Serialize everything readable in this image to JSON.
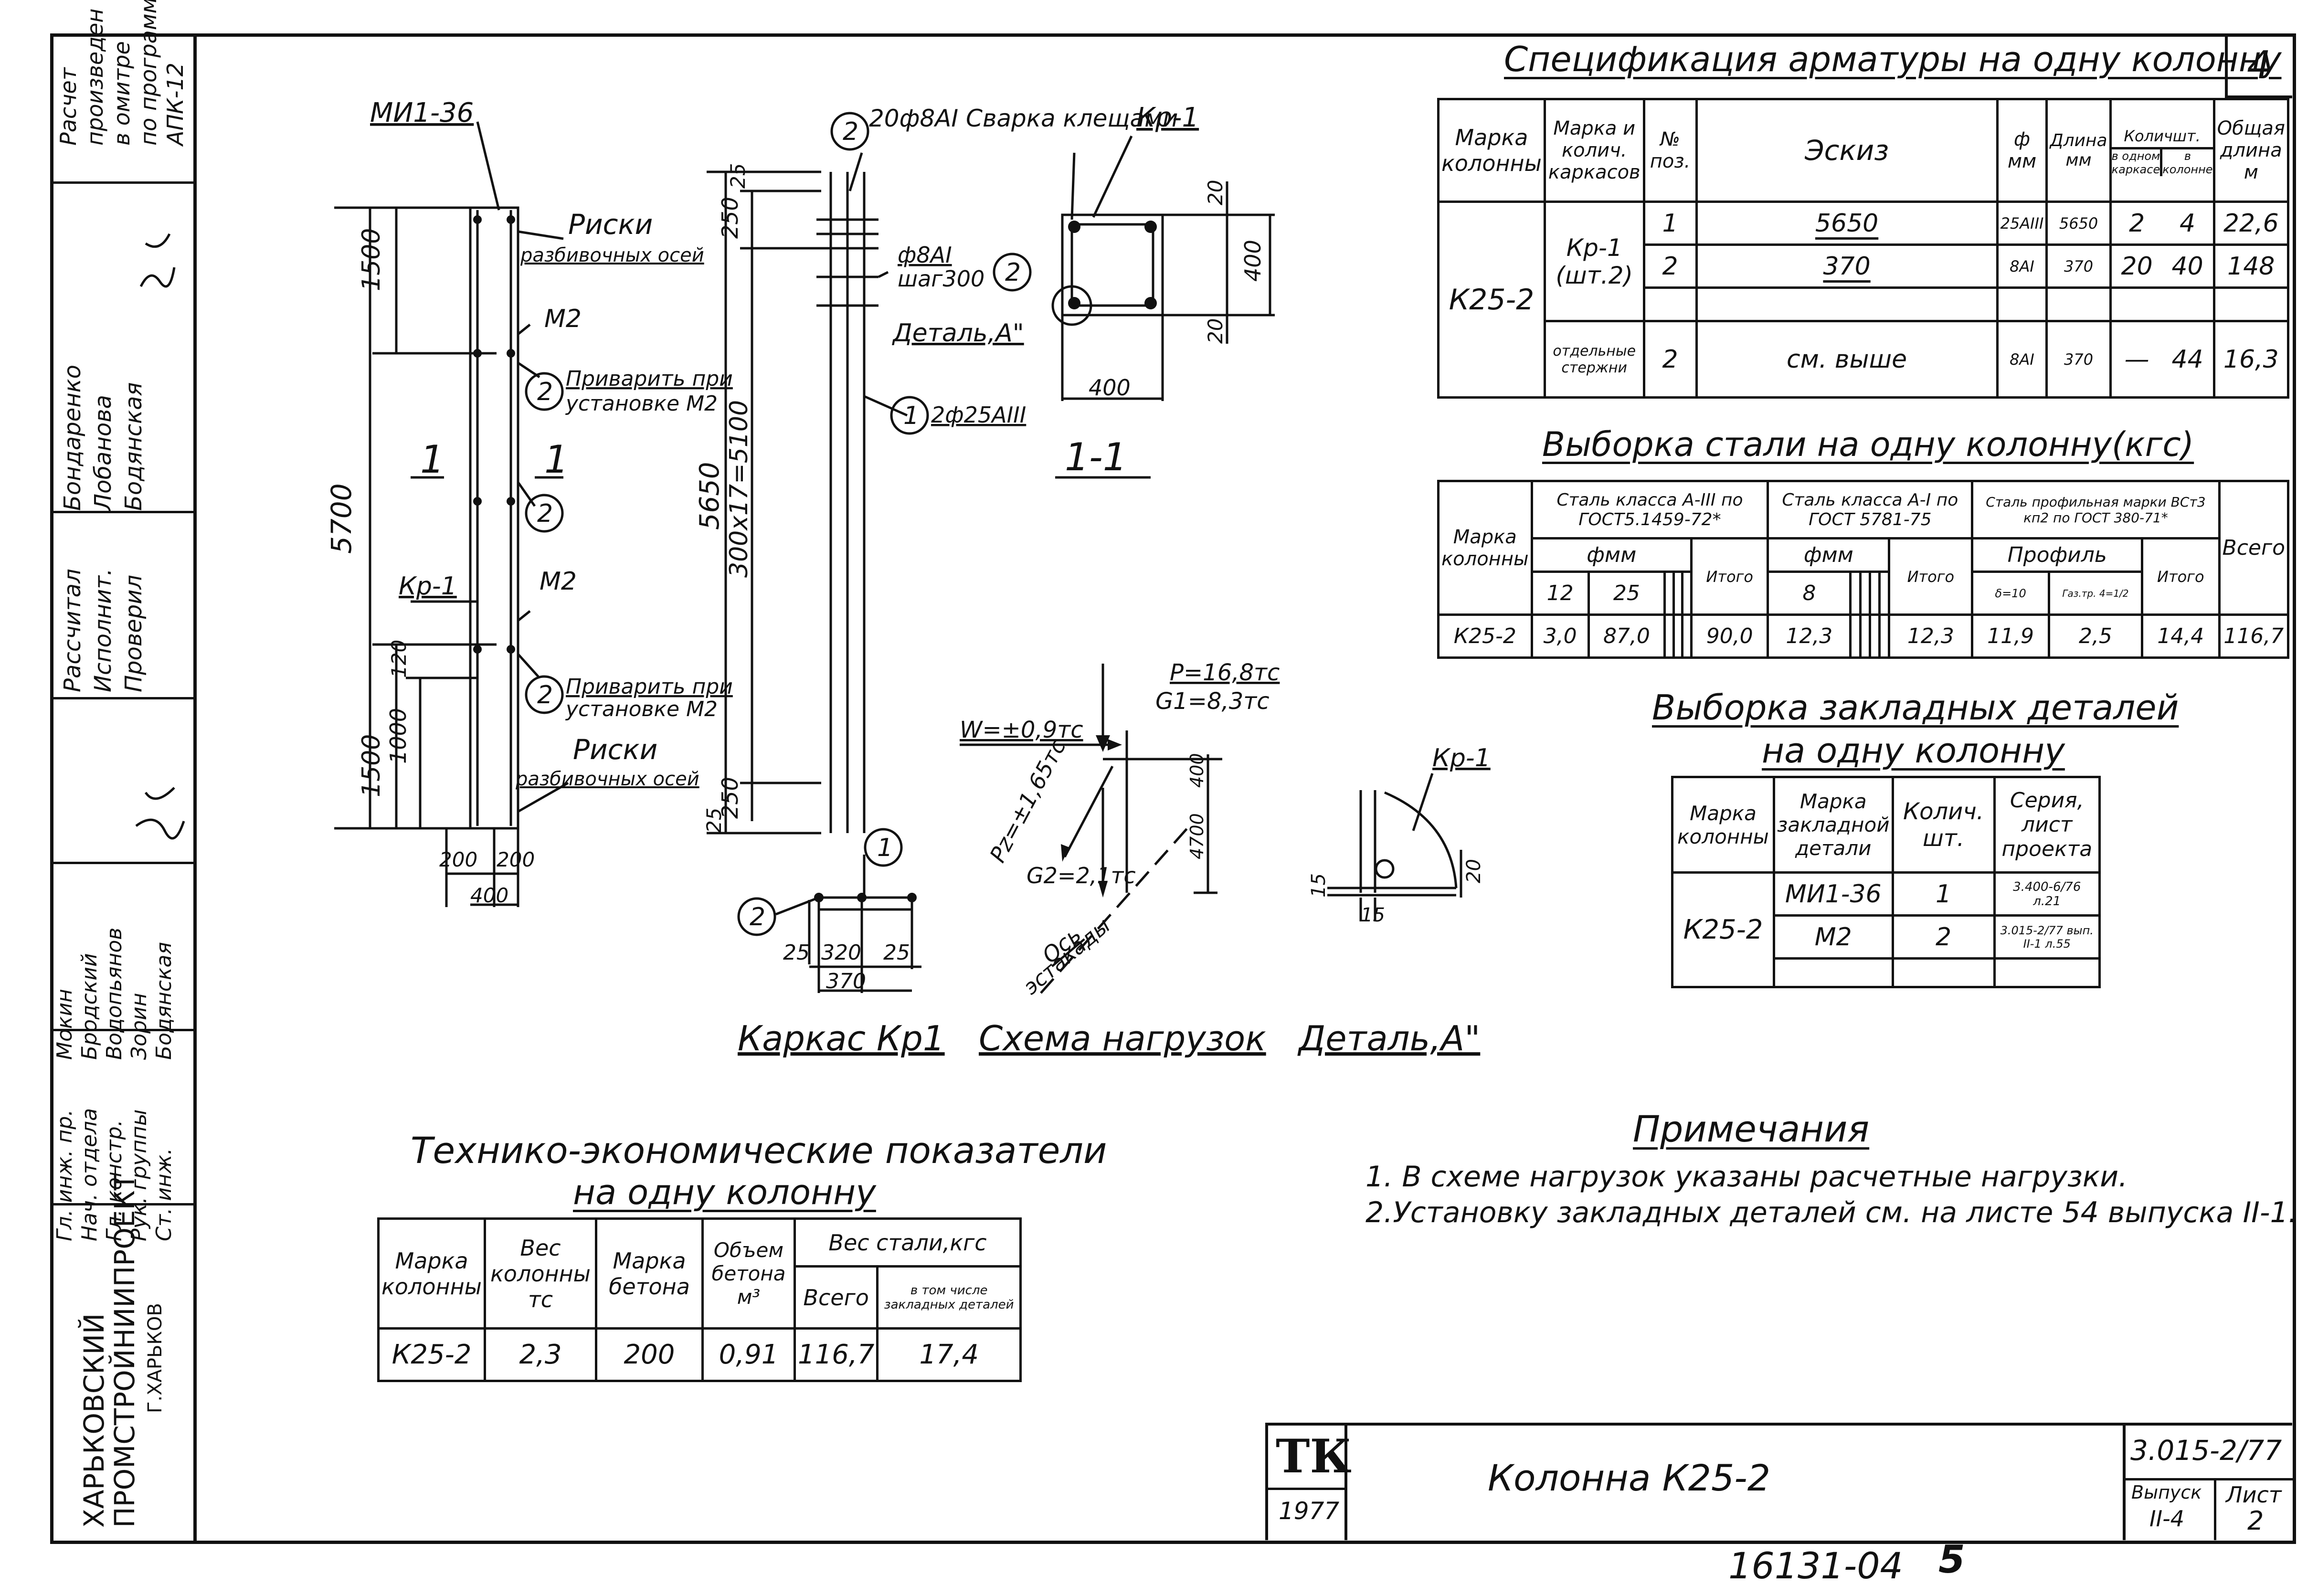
{
  "sheet_number": "4",
  "archive_number": "16131-04",
  "archive_page": "5",
  "side_stamp": {
    "note_lines": [
      "Расчет",
      "произведен",
      "в омитре",
      "по программе",
      "АПК-12"
    ],
    "roles": [
      "Рассчитал",
      "Исполнит.",
      "Проверил",
      "Гл. инж. пр.",
      "Нач. отдела",
      "Гл. констр.",
      "Рук. группы",
      "Ст. инж."
    ],
    "names": [
      "Бондаренко",
      "Лобанова",
      "Бодянская",
      "Мокин",
      "Бродский",
      "Водопьянов",
      "Зорин",
      "Бодянская"
    ],
    "org_lines": [
      "ХАРЬКОВСКИЙ",
      "ПРОМСТРОЙНИИПРОЕКТ",
      "Г.ХАРЬКОВ"
    ]
  },
  "spec_table": {
    "title": "Спецификация арматуры на одну колонну",
    "headers": [
      "Марка колонны",
      "Марка и колич. каркасов",
      "№ поз.",
      "Эскиз",
      "ф мм",
      "Длина мм",
      "Количшт.",
      "в одном каркасе",
      "в колонне",
      "Общая длина м"
    ],
    "column_mark": "К25-2",
    "frame_mark": "Кр-1",
    "frame_count": "(шт.2)",
    "separate_label": "отдельные стержни",
    "rows": [
      {
        "pos": "1",
        "sketch": "5650",
        "dia": "25AIII",
        "len": "5650",
        "per_frame": "2",
        "per_col": "4",
        "total": "22,6"
      },
      {
        "pos": "2",
        "sketch": "370",
        "dia": "8AI",
        "len": "370",
        "per_frame": "20",
        "per_col": "40",
        "total": "148"
      },
      {
        "pos": "2",
        "sketch": "см. выше",
        "dia": "8AI",
        "len": "370",
        "per_frame": "—",
        "per_col": "44",
        "total": "16,3"
      }
    ]
  },
  "steel_table": {
    "title": "Выборка стали на одну колонну(кгс)",
    "h_mark": "Марка колонны",
    "h_a3": "Сталь класса А-III по ГОСТ5.1459-72*",
    "h_a1": "Сталь класса А-I по ГОСТ 5781-75",
    "h_prof": "Сталь профильная марки ВСт3 кп2 по ГОСТ 380-71*",
    "h_dia": "фмм",
    "h_profile": "Профиль",
    "h_total": "Итого",
    "h_all": "Всего",
    "d12": "12",
    "d25": "25",
    "d8": "8",
    "p1": "δ=10",
    "p2": "Газ.тр. 4=1/2",
    "row": {
      "mark": "К25-2",
      "a3_12": "3,0",
      "a3_25": "87,0",
      "a3_total": "90,0",
      "a1_8": "12,3",
      "a1_total": "12,3",
      "pr_1": "11,9",
      "pr_2": "2,5",
      "pr_total": "14,4",
      "all": "116,7"
    }
  },
  "embed_table": {
    "title1": "Выборка закладных деталей",
    "title2": "на одну колонну",
    "headers": [
      "Марка колонны",
      "Марка закладной детали",
      "Колич. шт.",
      "Серия, лист проекта"
    ],
    "col_mark": "К25-2",
    "rows": [
      {
        "mark": "МИ1-36",
        "qty": "1",
        "series": "3.400-6/76 л.21"
      },
      {
        "mark": "М2",
        "qty": "2",
        "series": "3.015-2/77 вып. II-1 л.55"
      }
    ]
  },
  "tech_table": {
    "title1": "Технико-экономические показатели",
    "title2": "на одну колонну",
    "headers": [
      "Марка колонны",
      "Вес колонны тс",
      "Марка бетона",
      "Объем бетона м³",
      "Вес стали,кгс",
      "Всего",
      "в том числе закладных деталей"
    ],
    "row": [
      "К25-2",
      "2,3",
      "200",
      "0,91",
      "116,7",
      "17,4"
    ]
  },
  "notes": {
    "title": "Примечания",
    "items": [
      "1. В схеме нагрузок указаны расчетные нагрузки.",
      "2.Установку закладных деталей см. на листе 54 выпуска II-1."
    ]
  },
  "title_block": {
    "logo": "ТК",
    "year": "1977",
    "name": "Колонна К25-2",
    "code": "3.015-2/77",
    "issue_label": "Выпуск",
    "issue": "II-4",
    "sheet_label": "Лист",
    "sheet": "2"
  },
  "drawing": {
    "caption_frame": "Каркас Кр1",
    "caption_loads": "Схема нагрузок",
    "caption_detail": "Деталь,А\"",
    "section_1a": "1",
    "section_1b": "1",
    "section_11": "1-1",
    "mi": "МИ1-36",
    "riski": "Риски",
    "riski_sub": "разбивочных осей",
    "m2": "М2",
    "weld_1": "Приварить при",
    "weld_2": "установке М2",
    "kr1": "Кр-1",
    "d1500a": "1500",
    "d1500b": "1500",
    "d5700": "5700",
    "d120": "120",
    "d1000": "1000",
    "d200a": "200",
    "d200b": "200",
    "d400a": "400",
    "d5650": "5650",
    "d300x": "300х17=5100",
    "d250a": "250",
    "d25a": "25",
    "d250b": "250",
    "d25b": "25",
    "weld_note": "20ф8AI Сварка клещами",
    "f8": "ф8AI",
    "shag": "шаг300",
    "detail_a": "Деталь,А\"",
    "f25": "2ф25AIII",
    "d400b": "400",
    "d400c": "400",
    "d20a": "20",
    "d20b": "20",
    "d25c": "25",
    "d320": "320",
    "d25d": "25",
    "d370": "370",
    "P": "P=16,8тс",
    "G1": "G1=8,3тс",
    "W": "W=±0,9тс",
    "Pz": "Pz=±1,65тс",
    "G2": "G2=2,1тс",
    "d4700": "4700",
    "d400d": "400",
    "axis1": "Ось",
    "axis2": "эстакады",
    "d15a": "15",
    "d15b": "15",
    "d20c": "20",
    "pos1": "1",
    "pos2": "2"
  }
}
